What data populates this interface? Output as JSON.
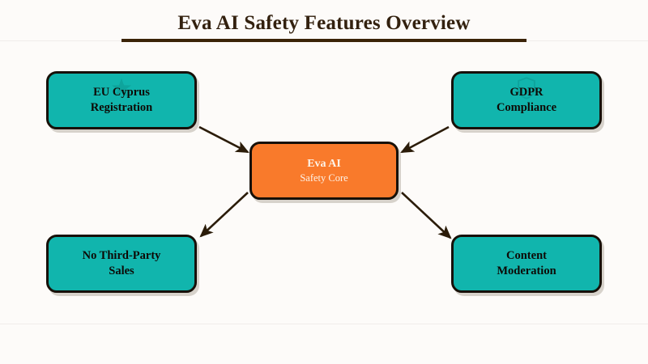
{
  "header": {
    "title": "Eva AI Safety Features Overview"
  },
  "colors": {
    "background": "#fdfbf9",
    "title_text": "#33210f",
    "title_rule": "#3b2408",
    "feature_fill": "#11b5ad",
    "core_fill": "#f97a2b",
    "node_border": "#171008",
    "core_text": "#fdf3e8",
    "feature_text": "#0d0a06",
    "arrow": "#2b1c09"
  },
  "diagram": {
    "type": "hub-and-spoke",
    "center": {
      "id": "core",
      "title": "Eva AI",
      "subtitle": "Safety Core"
    },
    "nodes": [
      {
        "id": "eu-cyprus",
        "label": "EU Cyprus\nRegistration",
        "line1": "EU Cyprus",
        "line2": "Registration",
        "position": "top-left",
        "watermark": "star-icon"
      },
      {
        "id": "gdpr",
        "label": "GDPR\nCompliance",
        "line1": "GDPR",
        "line2": "Compliance",
        "position": "top-right",
        "watermark": "shield-icon"
      },
      {
        "id": "no-third-party",
        "label": "No Third-Party\nSales",
        "line1": "No Third-Party",
        "line2": "Sales",
        "position": "bottom-left",
        "watermark": "none"
      },
      {
        "id": "content-moderation",
        "label": "Content\nModeration",
        "line1": "Content",
        "line2": "Moderation",
        "position": "bottom-right",
        "watermark": "none"
      }
    ],
    "edges": [
      {
        "id": "edge-eu-to-core",
        "from": "eu-cyprus",
        "to": "core",
        "direction": "inbound"
      },
      {
        "id": "edge-gdpr-to-core",
        "from": "gdpr",
        "to": "core",
        "direction": "inbound"
      },
      {
        "id": "edge-core-to-ntp",
        "from": "core",
        "to": "no-third-party",
        "direction": "outbound"
      },
      {
        "id": "edge-core-to-cm",
        "from": "core",
        "to": "content-moderation",
        "direction": "outbound"
      }
    ]
  }
}
